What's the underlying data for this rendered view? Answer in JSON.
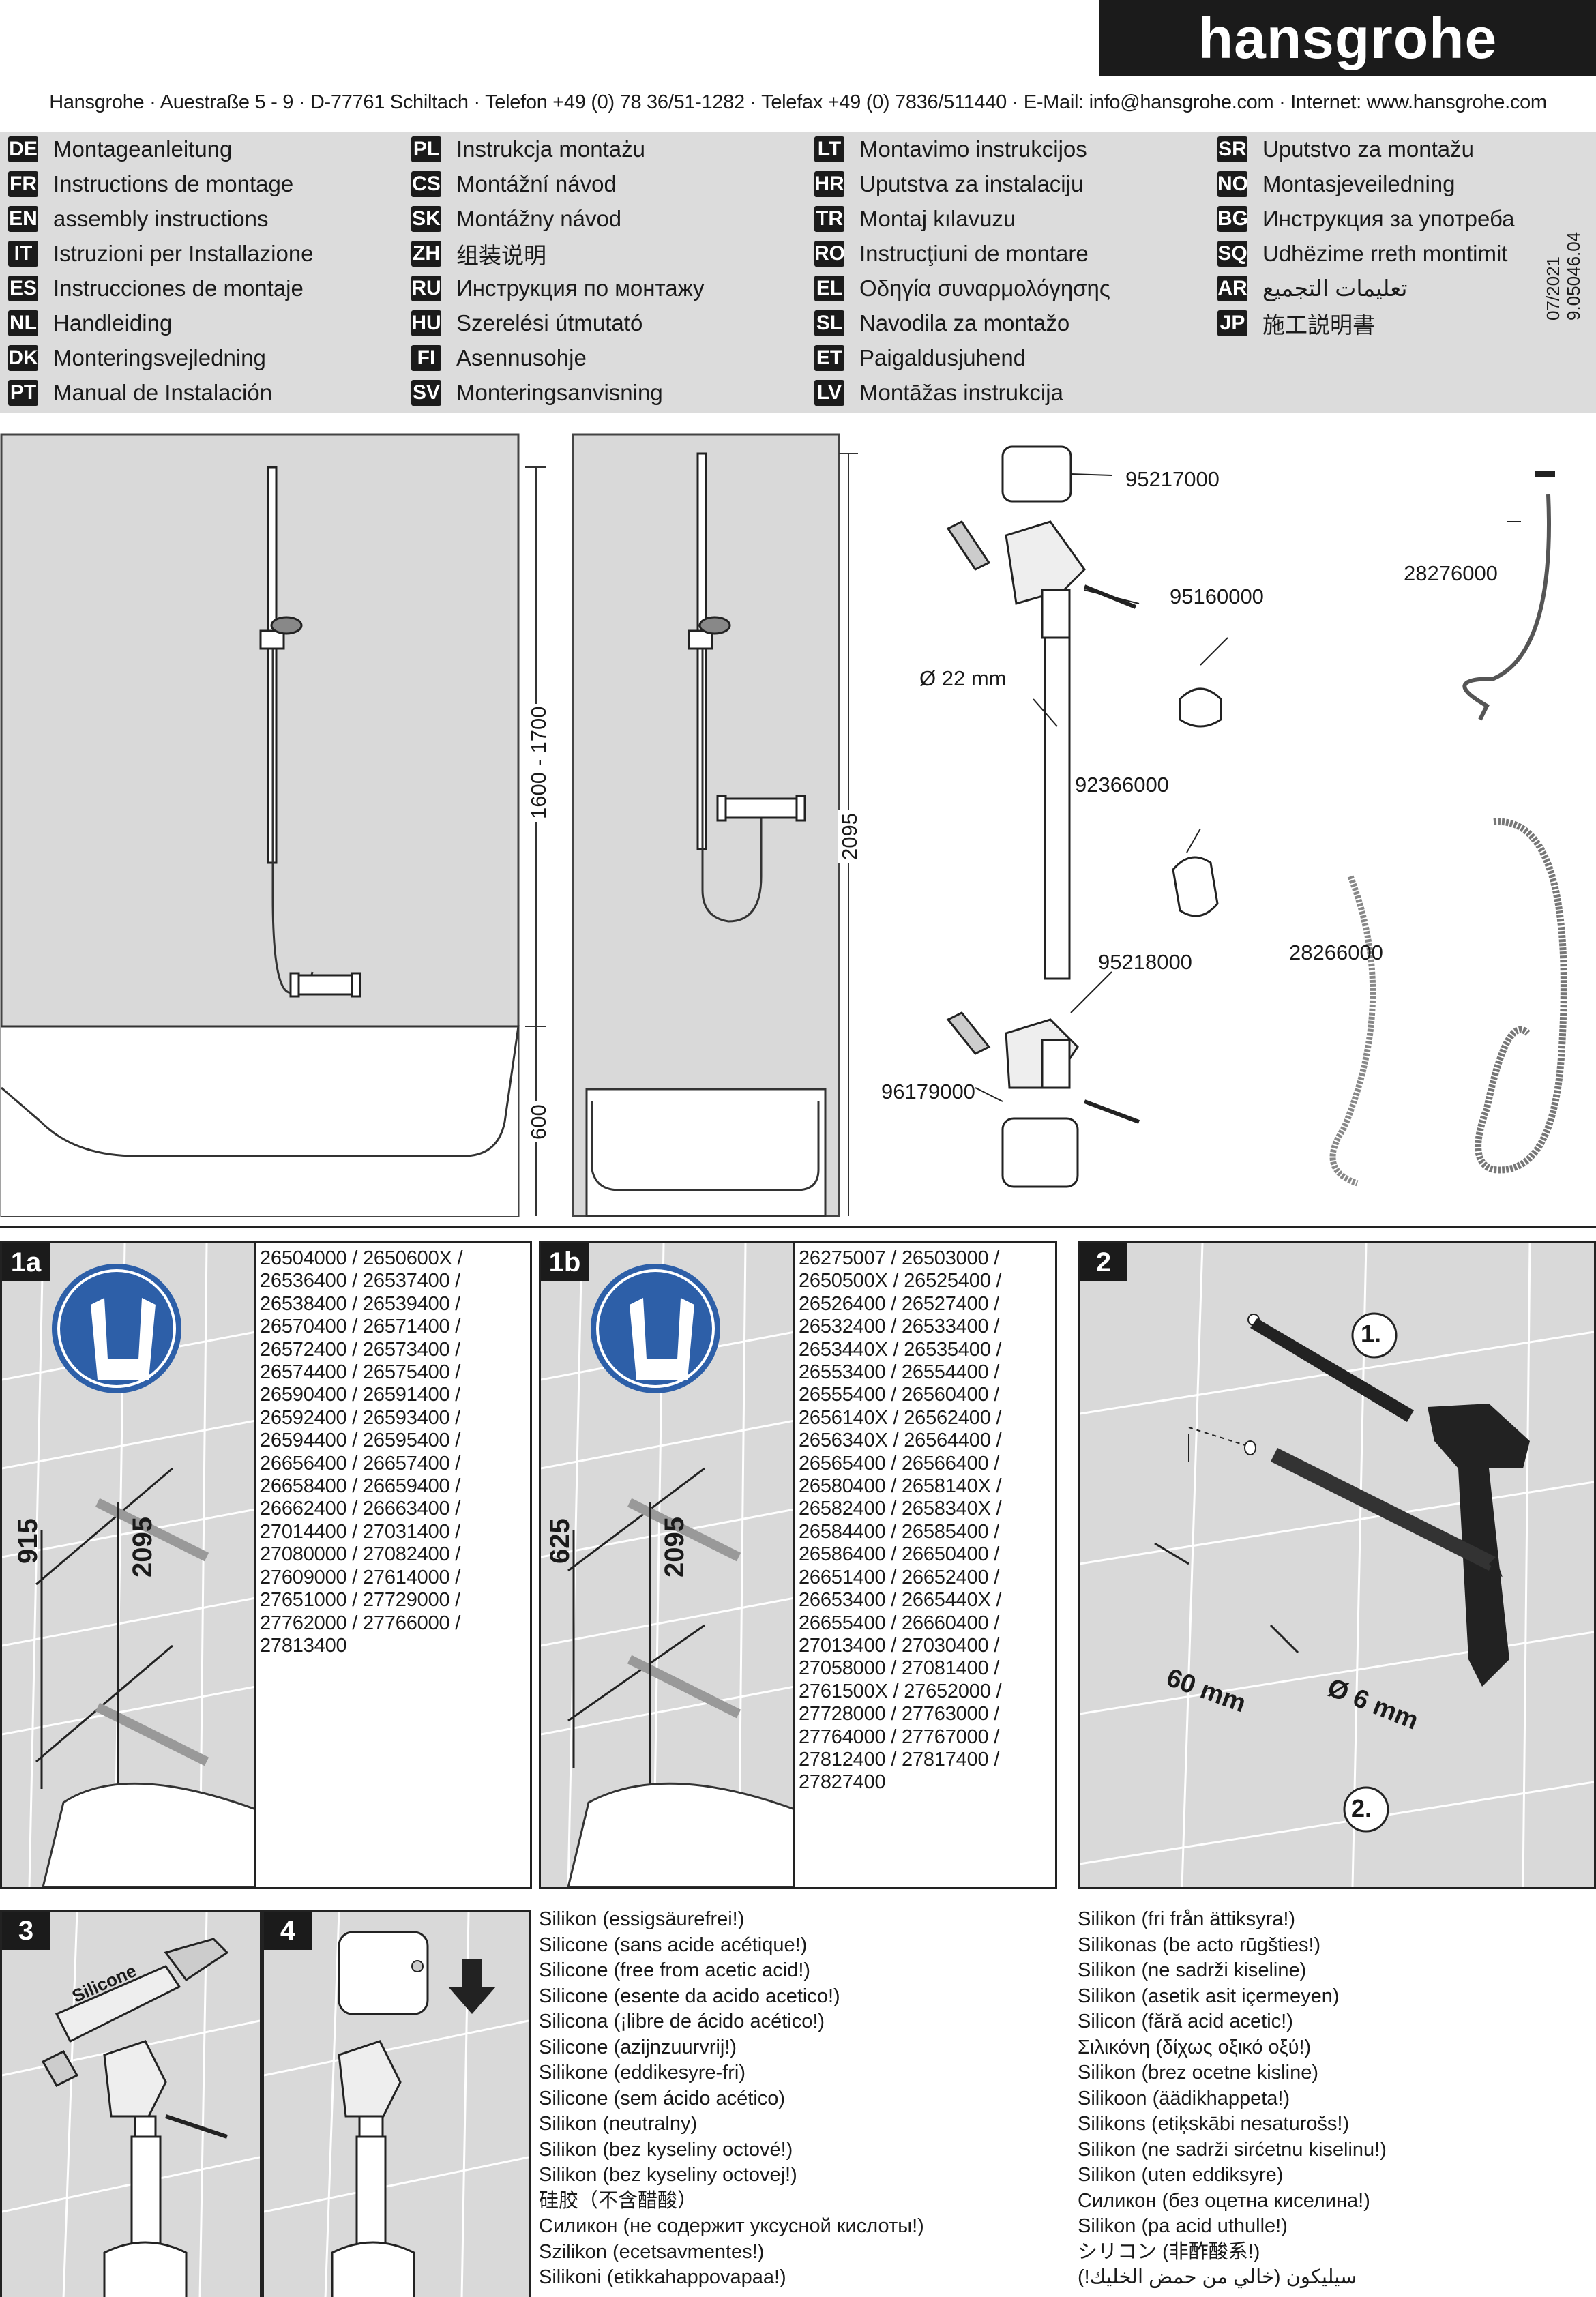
{
  "brand": "hansgrohe",
  "address_line": "Hansgrohe · Auestraße 5 - 9 · D-77761 Schiltach · Telefon +49 (0)  78 36/51-1282 · Telefax +49 (0)  7836/511440 · E-Mail: info@hansgrohe.com · Internet: www.hansgrohe.com",
  "doc_date": "07/2021",
  "doc_number": "9.05046.04",
  "languages": [
    [
      {
        "code": "DE",
        "label": "Montageanleitung"
      },
      {
        "code": "FR",
        "label": "Instructions de montage"
      },
      {
        "code": "EN",
        "label": "assembly instructions"
      },
      {
        "code": "IT",
        "label": "Istruzioni per Installazione"
      },
      {
        "code": "ES",
        "label": "Instrucciones de montaje"
      },
      {
        "code": "NL",
        "label": "Handleiding"
      },
      {
        "code": "DK",
        "label": "Monteringsvejledning"
      },
      {
        "code": "PT",
        "label": "Manual de Instalación"
      }
    ],
    [
      {
        "code": "PL",
        "label": "Instrukcja montażu"
      },
      {
        "code": "CS",
        "label": "Montážní návod"
      },
      {
        "code": "SK",
        "label": "Montážny návod"
      },
      {
        "code": "ZH",
        "label": "组装说明"
      },
      {
        "code": "RU",
        "label": "Инструкция по монтажу"
      },
      {
        "code": "HU",
        "label": "Szerelési útmutató"
      },
      {
        "code": "FI",
        "label": "Asennusohje"
      },
      {
        "code": "SV",
        "label": "Monteringsanvisning"
      }
    ],
    [
      {
        "code": "LT",
        "label": "Montavimo instrukcijos"
      },
      {
        "code": "HR",
        "label": "Uputstva za instalaciju"
      },
      {
        "code": "TR",
        "label": "Montaj kılavuzu"
      },
      {
        "code": "RO",
        "label": "Instrucţiuni de montare"
      },
      {
        "code": "EL",
        "label": "Οδηγία συναρμολόγησης"
      },
      {
        "code": "SL",
        "label": "Navodila za montažo"
      },
      {
        "code": "ET",
        "label": "Paigaldusjuhend"
      },
      {
        "code": "LV",
        "label": "Montāžas instrukcija"
      }
    ],
    [
      {
        "code": "SR",
        "label": "Uputstvo za montažu"
      },
      {
        "code": "NO",
        "label": "Montasjeveiledning"
      },
      {
        "code": "BG",
        "label": "Инструкция за употреба"
      },
      {
        "code": "SQ",
        "label": "Udhëzime rreth montimit"
      },
      {
        "code": "AR",
        "label": "تعليمات التجميع"
      },
      {
        "code": "JP",
        "label": "施工説明書"
      }
    ]
  ],
  "dimensions": {
    "bath_height": "1600 - 1700",
    "bath_floor": "600",
    "shower_height": "2095",
    "rail_diameter": "Ø 22 mm",
    "step1a_lower": "915",
    "step1a_upper": "2095",
    "step1b_lower": "625",
    "step1b_upper": "2095",
    "drill_depth": "60 mm",
    "drill_diameter": "Ø 6 mm"
  },
  "parts": {
    "cap_top": "95217000",
    "holder_top": "95160000",
    "hose_short": "28276000",
    "slider": "92366000",
    "holder_bottom": "95218000",
    "hose_long": "28266000",
    "dowel_set": "96179000"
  },
  "steps": {
    "s1a": "1a",
    "s1b": "1b",
    "s2": "2",
    "s3": "3",
    "s4": "4",
    "s2_mark1": "1.",
    "s2_mark2": "2.",
    "silicone_tube": "Silicone"
  },
  "models_1a": [
    "26504000 / 2650600X /",
    "26536400 / 26537400 /",
    "26538400 / 26539400 /",
    "26570400 / 26571400 /",
    "26572400 / 26573400 /",
    "26574400 / 26575400 /",
    "26590400 / 26591400 /",
    "26592400 / 26593400 /",
    "26594400 / 26595400 /",
    "26656400 / 26657400 /",
    "26658400 / 26659400 /",
    "26662400 / 26663400 /",
    "27014400 / 27031400 /",
    "27080000 / 27082400 /",
    "27609000 / 27614000 /",
    "27651000 / 27729000 /",
    "27762000 / 27766000 /",
    "27813400"
  ],
  "models_1b": [
    "26275007 / 26503000 /",
    "2650500X / 26525400 /",
    "26526400 / 26527400 /",
    "26532400 / 26533400 /",
    "2653440X / 26535400 /",
    "26553400 / 26554400 /",
    "26555400 / 26560400 /",
    "2656140X / 26562400 /",
    "2656340X / 26564400 /",
    "26565400 / 26566400 /",
    "26580400 / 2658140X /",
    "26582400 / 2658340X /",
    "26584400 / 26585400 /",
    "26586400 / 26650400 /",
    "26651400 / 26652400 /",
    "26653400 / 2665440X /",
    "26655400 / 26660400 /",
    "27013400 / 27030400 /",
    "27058000 / 27081400 /",
    "2761500X / 27652000 /",
    "27728000 / 27763000 /",
    "27764000 / 27767000 /",
    "27812400 / 27817400 /",
    "27827400"
  ],
  "silicone_left": [
    "Silikon (essigsäurefrei!)",
    "Silicone (sans acide acétique!)",
    "Silicone (free from acetic acid!)",
    "Silicone (esente da acido acetico!)",
    "Silicona (¡libre de ácido acético!)",
    "Silicone (azijnzuurvrij!)",
    "Silikone (eddikesyre-fri)",
    "Silicone (sem ácido acético)",
    "Silikon (neutralny)",
    "Silikon (bez kyseliny octové!)",
    "Silikon (bez kyseliny octovej!)",
    "硅胶（不含醋酸）",
    "Силикон (не содержит уксусной кислоты!)",
    "Szilikon (ecetsavmentes!)",
    "Silikoni (etikkahappovapaa!)"
  ],
  "silicone_right": [
    "Silikon (fri från ättiksyra!)",
    "Silikonas (be acto rūgšties!)",
    "Silikon (ne sadrži kiseline)",
    "Silikon (asetik asit içermeyen)",
    "Silicon (fără acid acetic!)",
    "Σιλικόνη (δίχως οξικό οξύ!)",
    "Silikon (brez ocetne kisline)",
    "Silikoon (äädikhappeta!)",
    "Silikons (etiķskābi nesaturošs!)",
    "Silikon (ne sadrži sirćetnu kiselinu!)",
    "Silikon (uten eddiksyre)",
    "Силикон (без оцетна киселина!)",
    "Silikon (pa acid uthulle!)",
    "シリコン (非酢酸系!)",
    "سيليكون (خالي من حمض الخليك!)"
  ]
}
